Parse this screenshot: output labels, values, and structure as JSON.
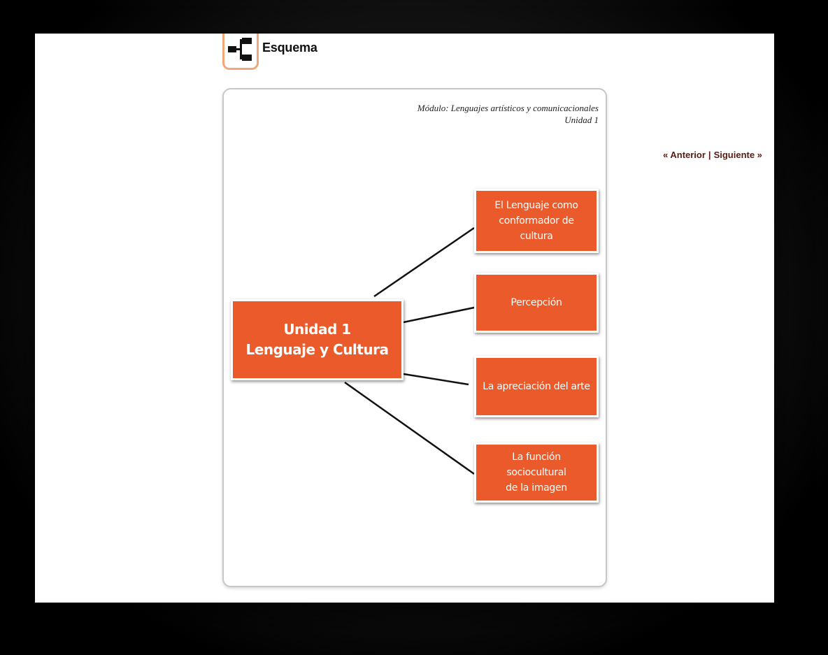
{
  "header": {
    "title": "Esquema",
    "icon": "schema-icon"
  },
  "nav": {
    "previous": "« Anterior",
    "separator": "|",
    "next": "Siguiente »"
  },
  "diagram": {
    "module": "Módulo: Lenguajes artísticos y comunicacionales",
    "unit": "Unidad 1",
    "main_node": {
      "line1": "Unidad 1",
      "line2": "Lenguaje y Cultura"
    },
    "child_nodes": [
      {
        "line1": "El Lenguaje como",
        "line2": "conformador de cultura"
      },
      {
        "line1": "Percepción",
        "line2": ""
      },
      {
        "line1": "La apreciación del arte",
        "line2": ""
      },
      {
        "line1": "La función sociocultural",
        "line2": "de la imagen"
      }
    ],
    "colors": {
      "node_fill": "#ea5a2a",
      "node_text": "#ffffff",
      "icon_border": "#f2a77a"
    }
  }
}
